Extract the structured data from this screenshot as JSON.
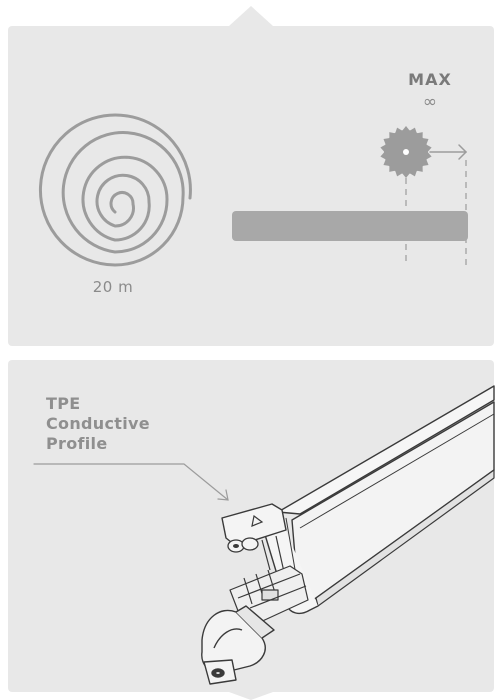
{
  "top_panel": {
    "length_label": "20 m",
    "max_label": "MAX",
    "infinity_label": "∞"
  },
  "bottom_panel": {
    "profile_label_lines": [
      "TPE",
      "Conductive",
      "Profile"
    ]
  },
  "colors": {
    "panel_bg": "#e8e8e8",
    "line_gray": "#9a9a9a",
    "bar_gray": "#a8a8a8",
    "text_gray": "#8a8a8a",
    "profile_light": "#f4f4f4",
    "profile_dark": "#3a3a3a"
  },
  "icons": {
    "coil": "coil-spiral-icon",
    "saw": "saw-blade-icon",
    "arrow": "arrow-right-icon"
  }
}
